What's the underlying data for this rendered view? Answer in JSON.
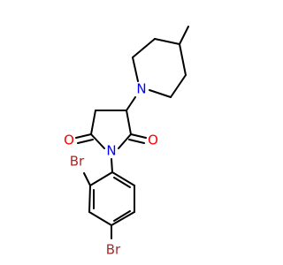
{
  "molecule": {
    "atoms": {
      "n_pip": {
        "symbol": "N"
      },
      "n_imide": {
        "symbol": "N"
      },
      "o_left": {
        "symbol": "O"
      },
      "o_right": {
        "symbol": "O"
      },
      "br_ortho": {
        "symbol": "Br"
      },
      "br_para": {
        "symbol": "Br"
      }
    },
    "colors": {
      "bond": "#000000",
      "nitrogen": "#0000ff",
      "oxygen": "#ff0000",
      "bromine": "#a52a2a"
    }
  }
}
